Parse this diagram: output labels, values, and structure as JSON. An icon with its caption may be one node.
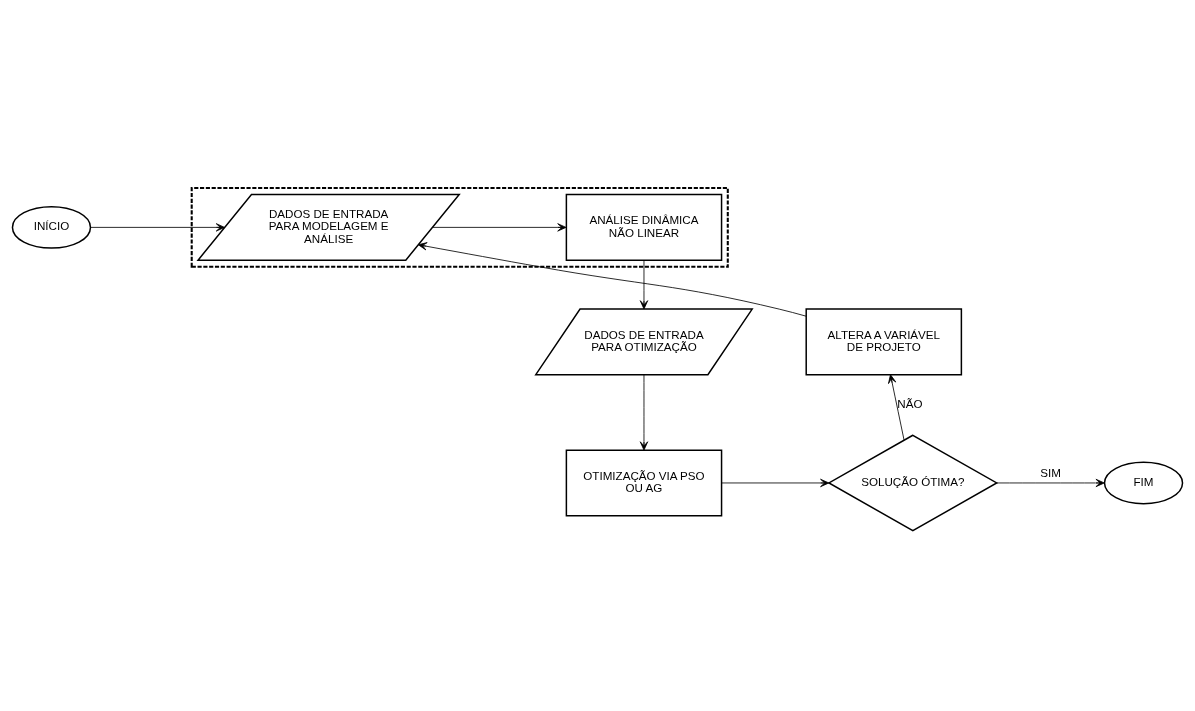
{
  "diagram": {
    "nodes": [
      {
        "text": [
          "INÍCIO"
        ]
      },
      {
        "text": [],
        "shape": "box"
      },
      {
        "text": [
          "DADOS DE ENTRADA PARA MODELAGEM E ANÁLISE"
        ],
        "in": 1
      },
      {
        "text": [
          "ANÁLISE DINÂMICA NÃO LINEAR"
        ],
        "in": 1
      },
      {
        "text": [
          "ALTERA A VARIÁVEL DE PROJETO"
        ]
      },
      {
        "text": [
          "DADOS DE ENTRADA PARA OTIMIZAÇÃO"
        ]
      },
      {
        "text": [
          "FIM"
        ]
      },
      {
        "text": [
          "SOLUÇÃO ÓTIMA?"
        ]
      },
      {
        "text": [
          "OTIMIZAÇÃO VIA PSO OU AG"
        ]
      }
    ],
    "edges": [
      {
        "from": 0,
        "to": 2,
        "arrow": "to"
      },
      {
        "from": 2,
        "to": 3,
        "arrow": "to"
      },
      {
        "from": 3,
        "to": 5,
        "arrow": "to"
      },
      {
        "from": 5,
        "to": 8,
        "arrow": "to"
      },
      {
        "from": 8,
        "to": 7,
        "arrow": "to"
      },
      {
        "from": 7,
        "to": 6,
        "label": "SIM",
        "arrow": "to"
      },
      {
        "from": 7,
        "to": 4,
        "label": "NÃO",
        "arrow": "to"
      },
      {
        "from": 4,
        "to": 2,
        "arrow": "to"
      }
    ]
  }
}
